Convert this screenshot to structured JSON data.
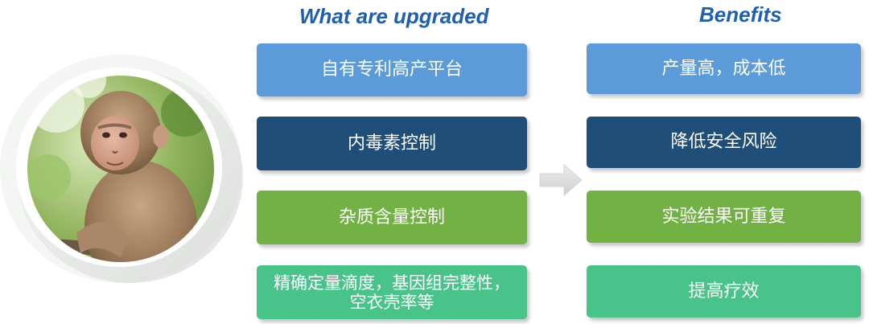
{
  "headings": {
    "upgraded": "What are upgraded",
    "benefits": "Benefits"
  },
  "upgrades": [
    "自有专利高产平台",
    "内毒素控制",
    "杂质含量控制",
    "精确定量滴度，基因组完整性，\n空衣壳率等"
  ],
  "benefits": [
    "产量高，成本低",
    "降低安全风险",
    "实验结果可重复",
    "提高疗效"
  ],
  "colors": {
    "heading": "#1f5fae",
    "light_blue": "#5b9bd9",
    "dark_blue": "#1f4e79",
    "green": "#72b245",
    "teal_green": "#48c48a",
    "arrow": "#d9d9d9"
  },
  "icons": {
    "arrow": "right-arrow-icon"
  }
}
